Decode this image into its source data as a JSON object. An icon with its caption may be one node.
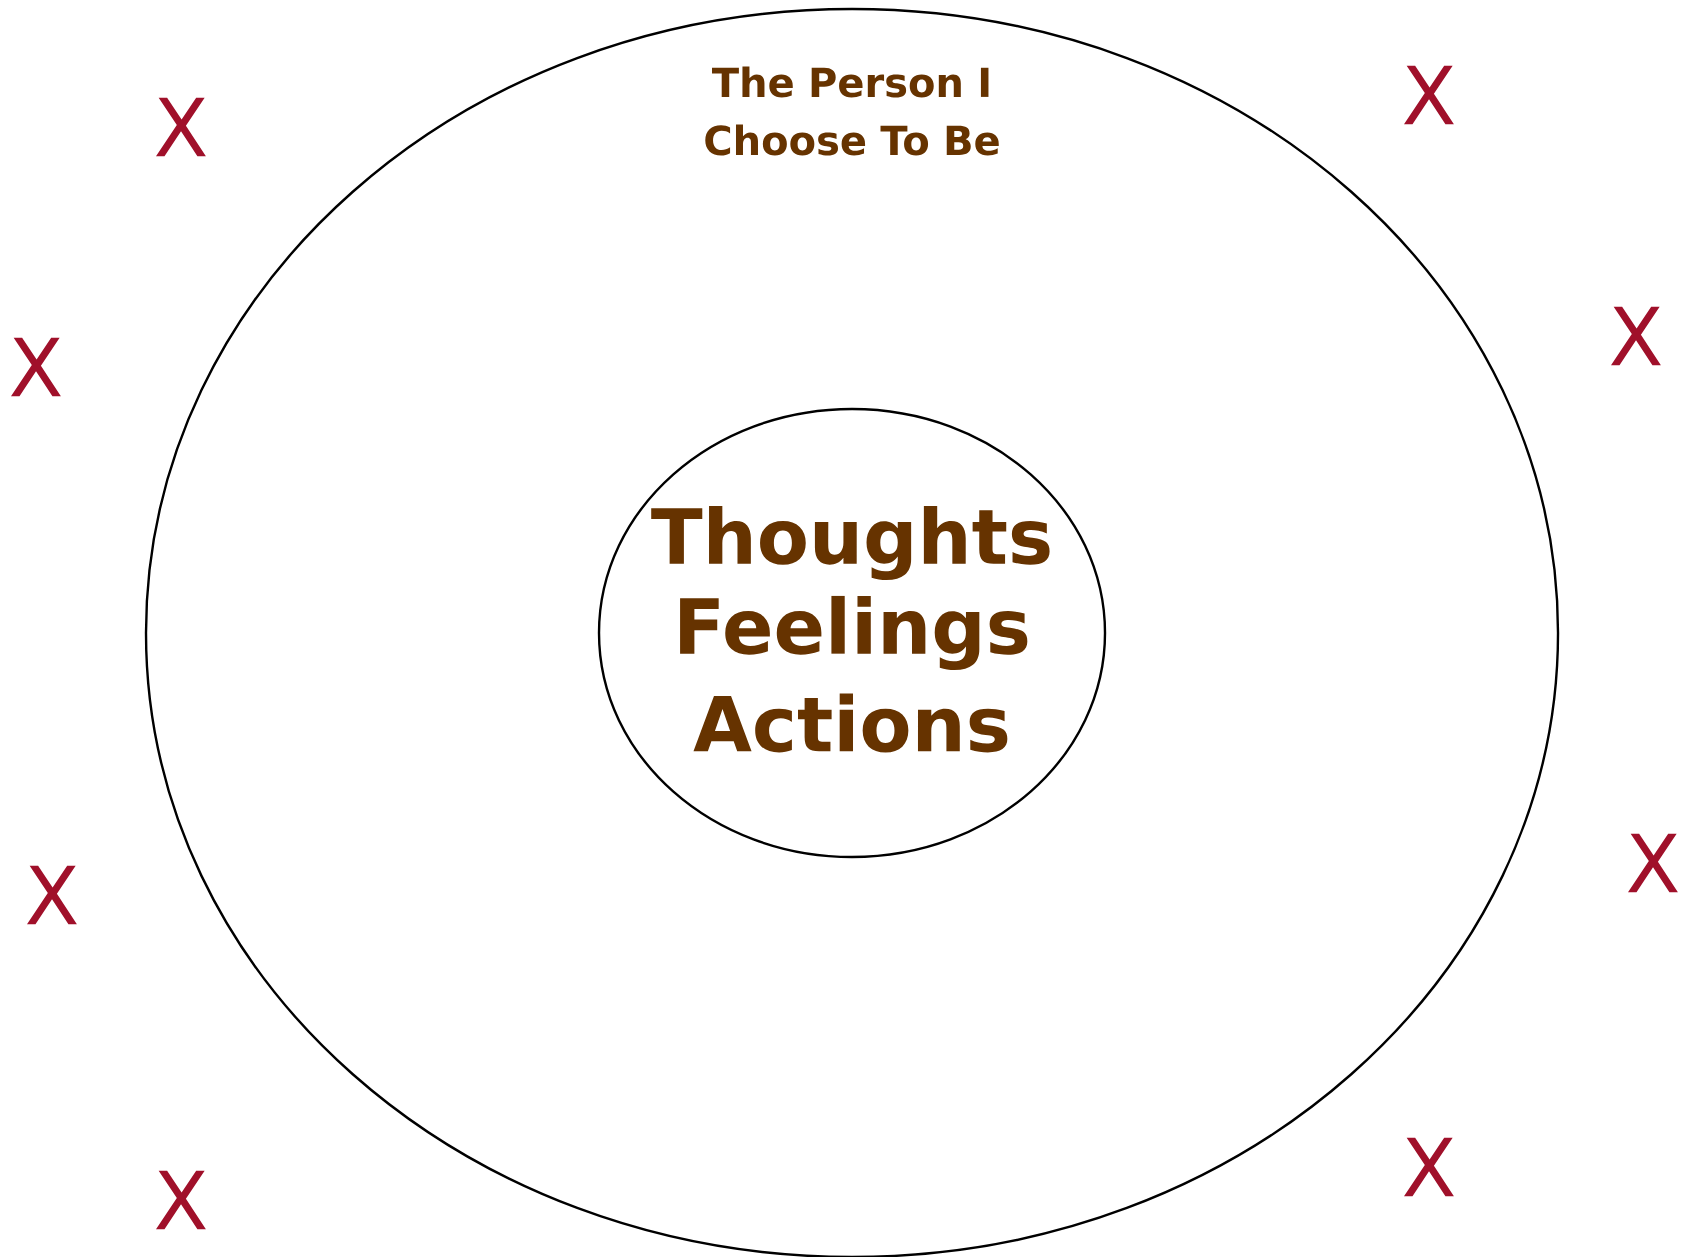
{
  "diagram": {
    "nodes": [
      {
        "text": [
          "The Person I Choose To Be"
        ]
      },
      {
        "text": [
          "Thoughts",
          "Feelings",
          "Actions"
        ],
        "in": 0
      }
    ],
    "edges": [],
    "labels": [
      "X",
      "X",
      "X",
      "X",
      "X",
      "X",
      "X",
      "X"
    ]
  }
}
